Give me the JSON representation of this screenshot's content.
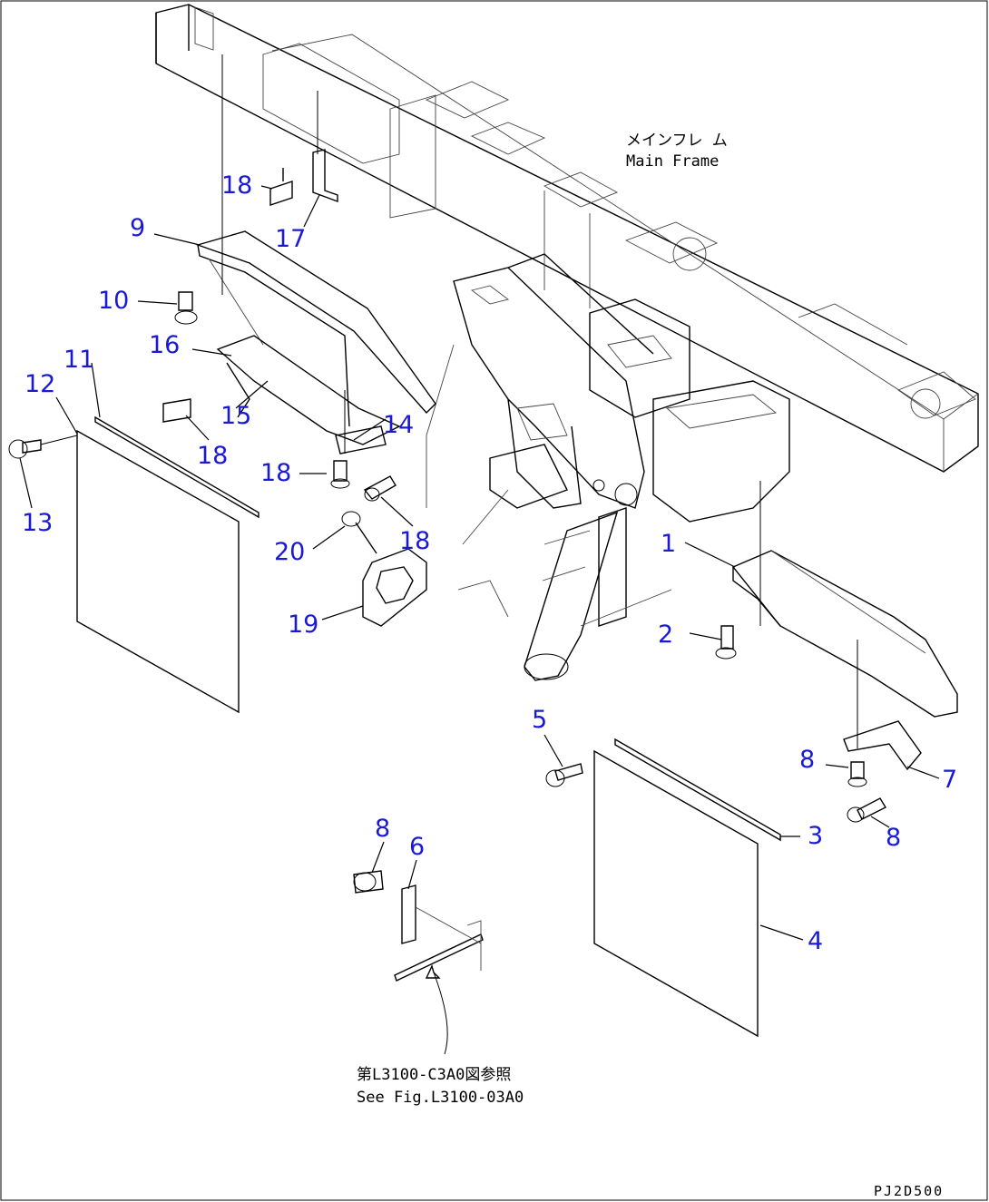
{
  "labels": {
    "main_frame_jp": "メインフレ ム",
    "main_frame_en": "Main Frame",
    "ref_jp": "第L3100-C3A0図参照",
    "ref_en": "See Fig.L3100-03A0",
    "sheet_code": "PJ2D500"
  },
  "callouts": [
    "1",
    "2",
    "3",
    "4",
    "5",
    "6",
    "7",
    "8",
    "8",
    "8",
    "9",
    "10",
    "11",
    "12",
    "13",
    "14",
    "15",
    "16",
    "17",
    "18",
    "18",
    "18",
    "18",
    "19",
    "20"
  ],
  "colors": {
    "callout": "#1a1ad6",
    "line": "#000000",
    "background": "#ffffff"
  }
}
